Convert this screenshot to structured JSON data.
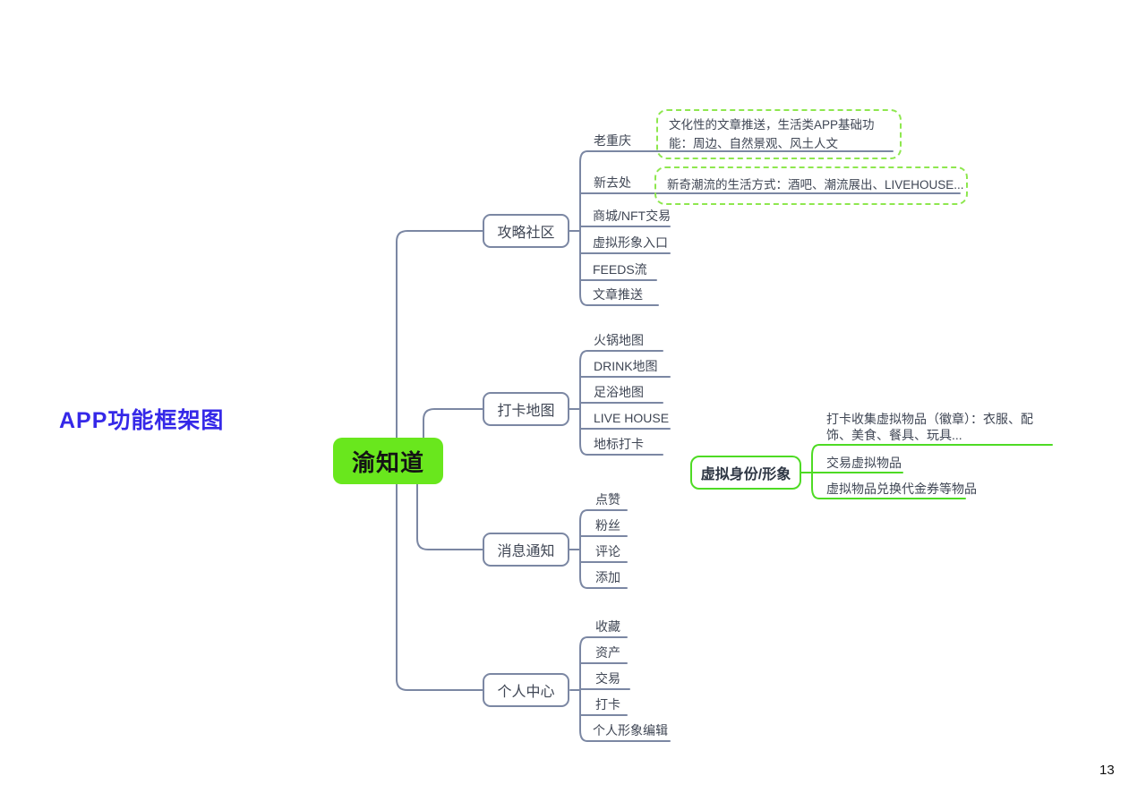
{
  "title": "APP功能框架图",
  "page_number": "13",
  "root": {
    "label": "渝知道"
  },
  "branches": [
    {
      "label": "攻略社区",
      "children": [
        "老重庆",
        "新去处",
        "商城/NFT交易",
        "虚拟形象入口",
        "FEEDS流",
        "文章推送"
      ]
    },
    {
      "label": "打卡地图",
      "children": [
        "火锅地图",
        "DRINK地图",
        "足浴地图",
        "LIVE HOUSE",
        "地标打卡"
      ]
    },
    {
      "label": "消息通知",
      "children": [
        "点赞",
        "粉丝",
        "评论",
        "添加"
      ]
    },
    {
      "label": "个人中心",
      "children": [
        "收藏",
        "资产",
        "交易",
        "打卡",
        "个人形象编辑"
      ]
    }
  ],
  "callouts": [
    {
      "attached_to": "老重庆",
      "text": "文化性的文章推送，生活类APP基础功能：周边、自然景观、风土人文"
    },
    {
      "attached_to": "新去处",
      "text": "新奇潮流的生活方式：酒吧、潮流展出、LIVEHOUSE..."
    }
  ],
  "floating_node": {
    "label": "虚拟身份/形象",
    "children": [
      "打卡收集虚拟物品（徽章）：衣服、配饰、美食、餐具、玩具...",
      "交易虚拟物品",
      "虚拟物品兑换代金券等物品"
    ]
  },
  "colors": {
    "root_fill": "#69e71d",
    "branch_line_gray": "#7b87a3",
    "floating_green": "#4edb24",
    "callout_dash_green": "#8ee74f",
    "title_blue": "#3528e8",
    "text_dark": "#3f4654"
  }
}
